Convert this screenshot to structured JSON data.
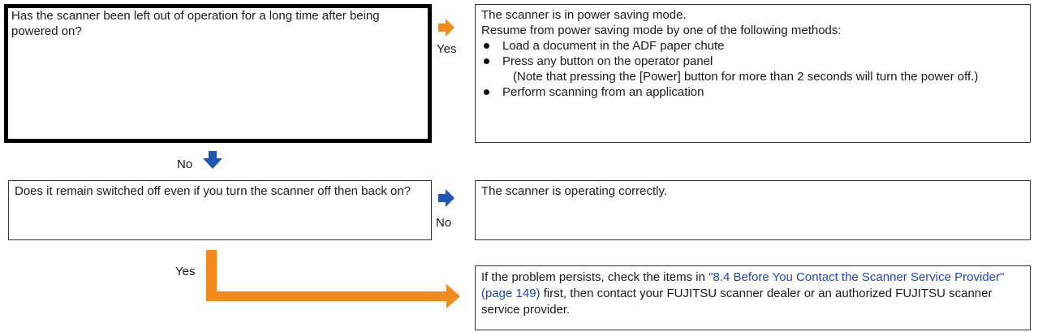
{
  "question1": "Has the scanner been left out of operation for a long time after being powered on?",
  "question2": "Does it remain switched off even if you turn the scanner off then back on?",
  "labels": {
    "yes1": "Yes",
    "no1": "No",
    "no2": "No",
    "yes2": "Yes"
  },
  "answer1": {
    "line1": "The scanner is in power saving mode.",
    "line2": "Resume from power saving mode by one of the following methods:",
    "bullet1": "Load a document in the ADF paper chute",
    "bullet2": "Press any button on the operator panel",
    "note": "(Note that pressing the [Power] button for more than 2 seconds will turn the power off.)",
    "bullet3": "Perform scanning from an application"
  },
  "answer2": "The scanner is operating correctly.",
  "answer3": {
    "text_before": "If the problem persists, check the items in ",
    "link_text": "\"8.4 Before You Contact the Scanner Service Provider\" (page 149)",
    "text_after": " first, then contact your FUJITSU scanner dealer or an authorized FUJITSU scanner service provider."
  },
  "colors": {
    "yes_arrow": "#f08a1c",
    "no_arrow": "#1f56b3",
    "link": "#1f47b5"
  },
  "icons": {
    "yes_right": "orange-arrow-right-icon",
    "no_down": "blue-arrow-down-icon",
    "no_right": "blue-arrow-right-icon"
  }
}
